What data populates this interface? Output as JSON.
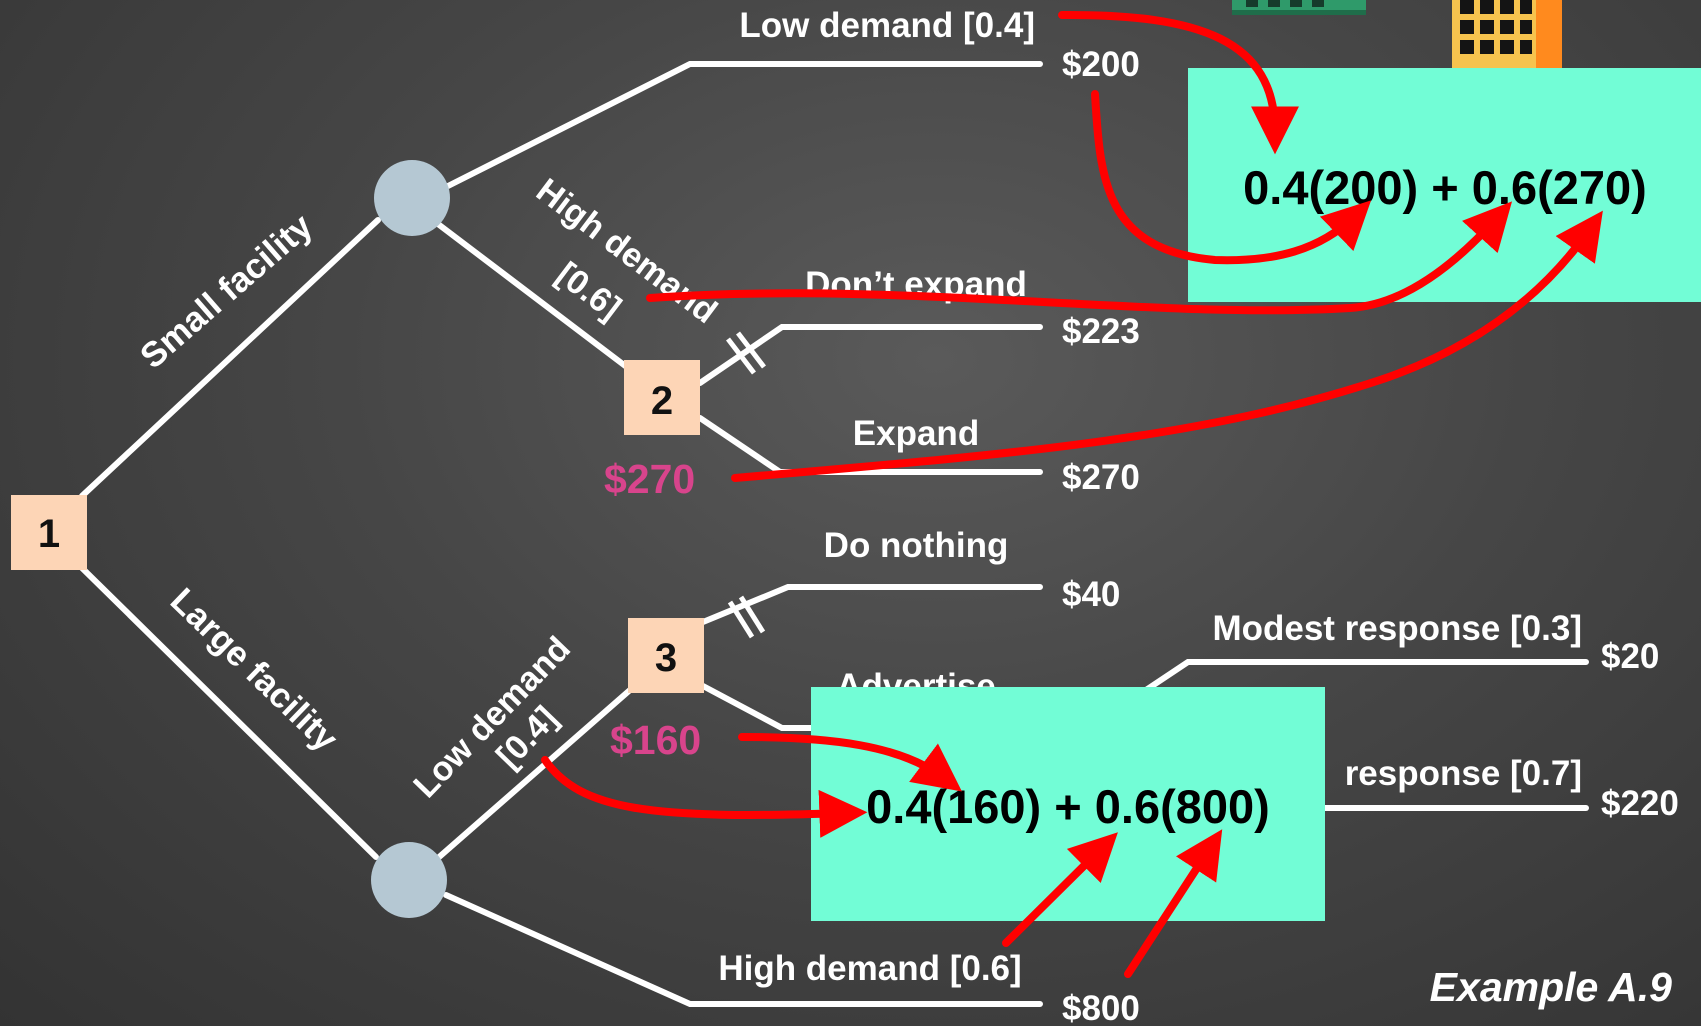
{
  "diagram": {
    "nodes": {
      "decision_1": "1",
      "decision_2": "2",
      "decision_3": "3"
    },
    "branches": {
      "small_facility": "Small facility",
      "large_facility": "Large facility",
      "small_low_demand": "Low demand [0.4]",
      "small_high_demand_line1": "High demand",
      "small_high_demand_line2": "[0.6]",
      "dont_expand": "Don’t expand",
      "expand": "Expand",
      "large_low_demand_line1": "Low demand",
      "large_low_demand_line2": "[0.4]",
      "do_nothing": "Do nothing",
      "advertise": "Advertise",
      "modest_response": "Modest response [0.3]",
      "sizable_response": "response [0.7]",
      "large_high_demand": "High demand [0.6]"
    },
    "payoffs": {
      "small_low": "$200",
      "dont_expand": "$223",
      "expand": "$270",
      "do_nothing": "$40",
      "modest": "$20",
      "sizable": "$220",
      "large_high": "$800"
    },
    "rollback_values": {
      "node_2": "$270",
      "node_3": "$160"
    },
    "formulas": {
      "small_facility_ev": "0.4(200) + 0.6(270)",
      "large_facility_ev": "0.4(160) + 0.6(800)"
    },
    "caption": "Example A.9"
  },
  "colors": {
    "background": "#484848",
    "branch_line": "#ffffff",
    "decision_node": "#fdd5b6",
    "chance_node": "#b5c8d3",
    "formula_box": "#72fdd6",
    "arrow": "#ff0000",
    "rollback_text": "#d8448c"
  }
}
